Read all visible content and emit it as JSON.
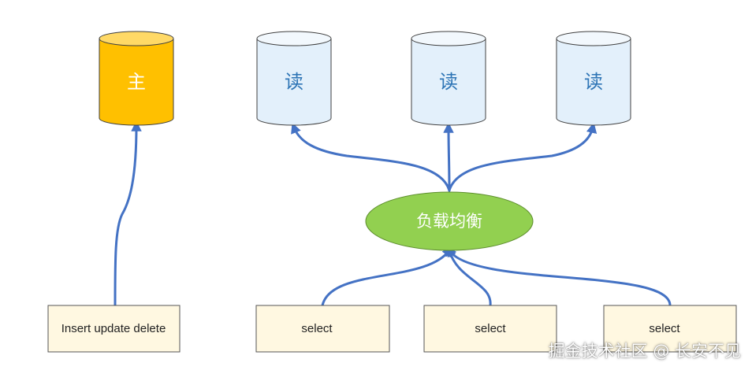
{
  "diagram": {
    "master": {
      "label": "主"
    },
    "replicas": [
      {
        "label": "读"
      },
      {
        "label": "读"
      },
      {
        "label": "读"
      }
    ],
    "load_balancer": {
      "label": "负载均衡"
    },
    "write_client": {
      "label": "Insert update delete"
    },
    "read_clients": [
      {
        "label": "select"
      },
      {
        "label": "select"
      },
      {
        "label": "select"
      }
    ]
  },
  "watermark": "掘金技术社区 @ 长安不见",
  "colors": {
    "master_fill": "#FFC000",
    "master_top": "#FFD966",
    "replica_fill": "#E3F0FB",
    "replica_text": "#2E75B6",
    "load_balancer_fill": "#92D050",
    "client_box_fill": "#FFF8E1",
    "arrow": "#4472C4"
  }
}
